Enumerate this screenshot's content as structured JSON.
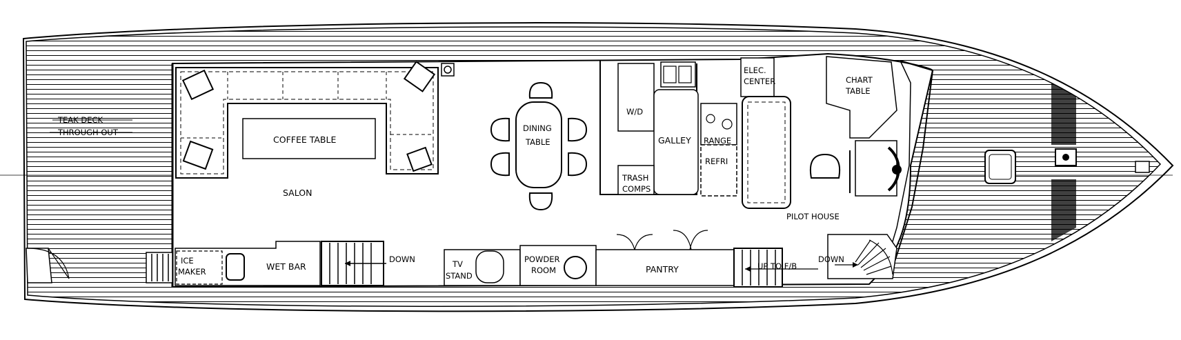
{
  "labels": {
    "teak_deck": "TEAK DECK",
    "through_out": "THROUGH OUT",
    "coffee_table": "COFFEE TABLE",
    "salon": "SALON",
    "dining": "DINING",
    "table": "TABLE",
    "wd": "W/D",
    "galley": "GALLEY",
    "range": "RANGE",
    "refri": "REFRI",
    "trash": "TRASH",
    "comps": "COMPS",
    "elec": "ELEC.",
    "center": "CENTER",
    "chart": "CHART",
    "chart_table": "TABLE",
    "pilot_house": "PILOT HOUSE",
    "ice": "ICE",
    "maker": "MAKER",
    "wet_bar": "WET BAR",
    "down_aft": "DOWN",
    "tv": "TV",
    "stand": "STAND",
    "powder": "POWDER",
    "room": "ROOM",
    "pantry": "PANTRY",
    "up_to_fb": "UP TO F/B",
    "down_fwd": "DOWN"
  },
  "colors": {
    "ink": "#000000",
    "paper": "#ffffff"
  }
}
